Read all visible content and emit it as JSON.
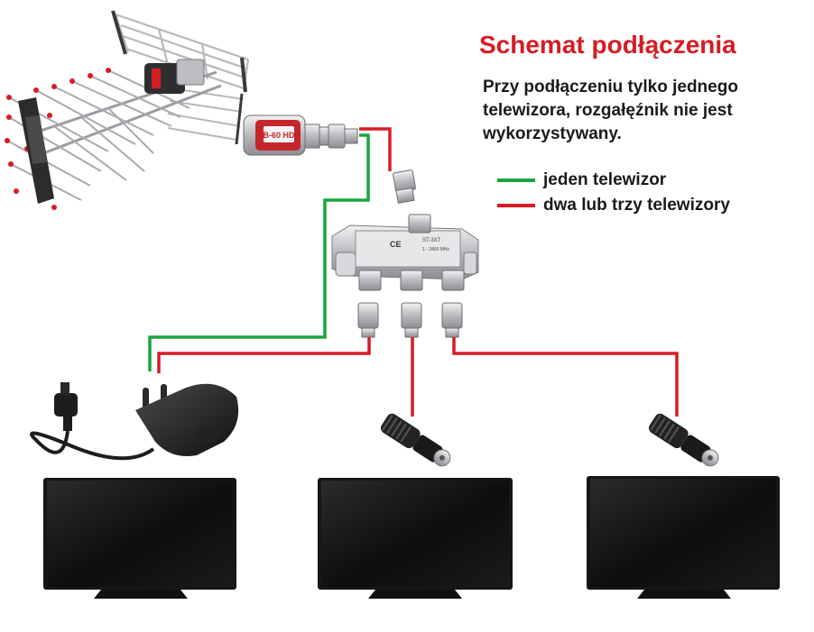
{
  "title": "Schemat podłączenia",
  "description": [
    "Przy podłączeniu tylko jednego",
    "telewizora, rozgałęźnik nie jest",
    "wykorzystywany."
  ],
  "legend": [
    {
      "label": "jeden telewizor",
      "color": "#1aa53f"
    },
    {
      "label": "dwa lub trzy telewizory",
      "color": "#d51d24"
    }
  ],
  "amplifier": {
    "label": "B-60 HD"
  },
  "splitter": {
    "markings": [
      "CE",
      "ST-3XT",
      "1 - 2400 MHz"
    ]
  },
  "colors": {
    "green_line": "#1aa53f",
    "red_line": "#d51d24",
    "tv_frame": "#161616",
    "metal": "#c8c8cc"
  },
  "components": [
    "antenna",
    "inline-amplifier",
    "f-connector",
    "3-way-splitter",
    "power-supply",
    "coax-plug",
    "tv"
  ]
}
